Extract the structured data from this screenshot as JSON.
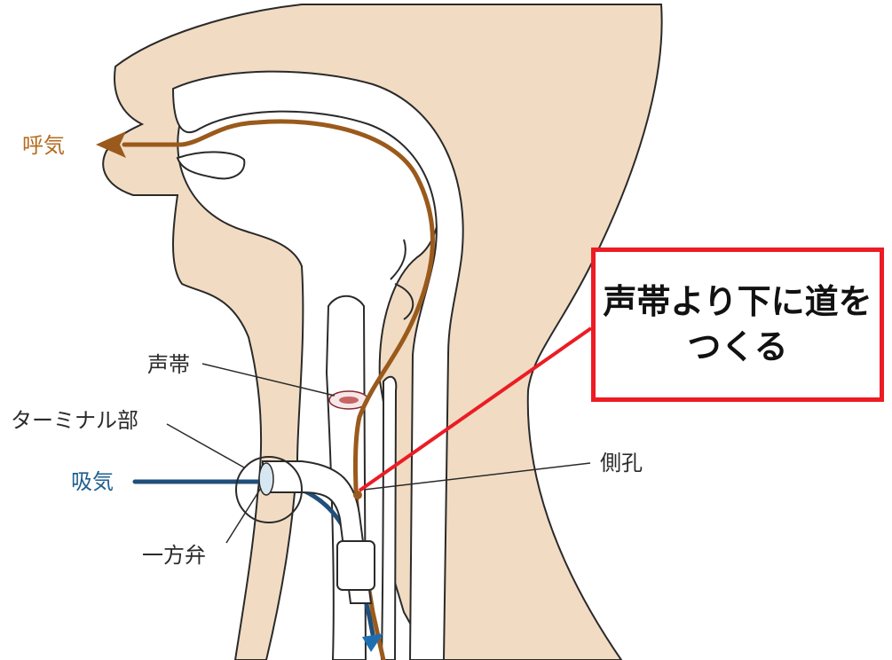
{
  "labels": {
    "exhale": "呼気",
    "inhale": "吸気",
    "vocal_cords": "声帯",
    "terminal": "ターミナル部",
    "side_hole": "側孔",
    "one_way_valve": "一方弁"
  },
  "callout": {
    "line1": "声帯より下に道を",
    "line2": "つくる"
  },
  "colors": {
    "tissue": "#f1dcc3",
    "outline": "#2a2a2a",
    "exhale_path": "#9a5a1c",
    "inhale_path": "#1f4f7a",
    "callout_border": "#ec1c24"
  }
}
